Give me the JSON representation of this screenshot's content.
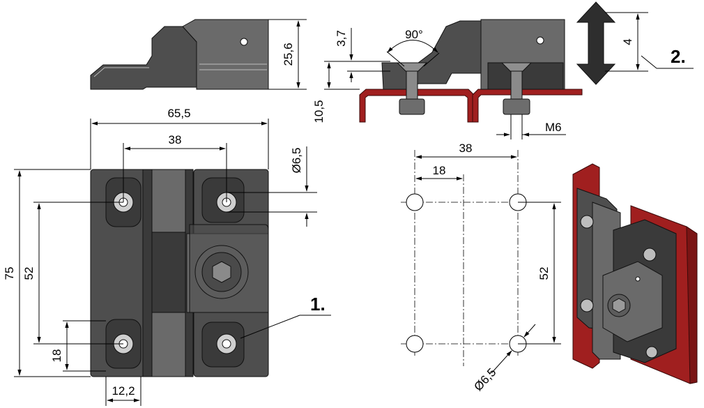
{
  "dimensions": {
    "width_total": "65,5",
    "hole_spacing_38": "38",
    "diameter_top": "Ø6,5",
    "height_total": "75",
    "hole_spacing_52": "52",
    "offset_18": "18",
    "width_12_2": "12,2",
    "height_side": "25,6",
    "section_3_7": "3,7",
    "angle": "90°",
    "section_10_5": "10,5",
    "thread": "M6",
    "adjust": "4",
    "drill_38": "38",
    "drill_18": "18",
    "drill_52": "52",
    "drill_diameter": "Ø6,5"
  },
  "callouts": {
    "one": "1.",
    "two": "2."
  },
  "colors": {
    "part": "#4e4e4e",
    "panel_red": "#a01f1f",
    "line": "#000000"
  }
}
